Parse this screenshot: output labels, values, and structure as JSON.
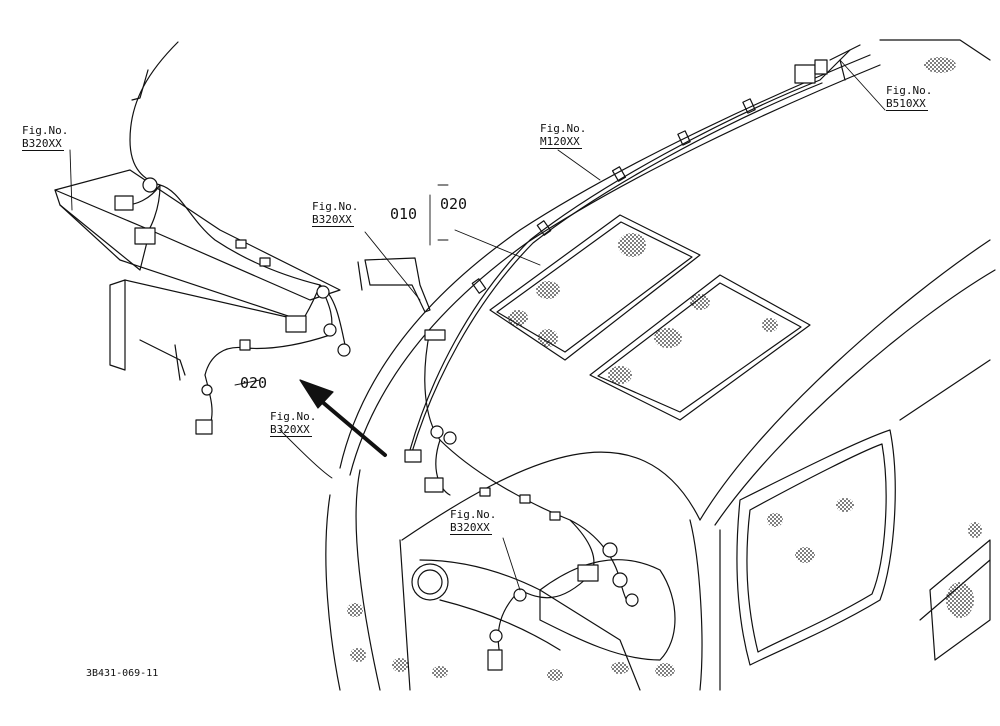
{
  "figure_refs": [
    {
      "prefix": "Fig.No.",
      "code": "B320XX"
    },
    {
      "prefix": "Fig.No.",
      "code": "B320XX"
    },
    {
      "prefix": "Fig.No.",
      "code": "M120XX"
    },
    {
      "prefix": "Fig.No.",
      "code": "B510XX"
    },
    {
      "prefix": "Fig.No.",
      "code": "B320XX"
    },
    {
      "prefix": "Fig.No.",
      "code": "B320XX"
    }
  ],
  "part_numbers": {
    "assembly": "010",
    "harness_top": "020",
    "harness_detail": "020"
  },
  "drawing_id": "3B431-069-11",
  "colors": {
    "line": "#111111",
    "background": "#ffffff"
  }
}
